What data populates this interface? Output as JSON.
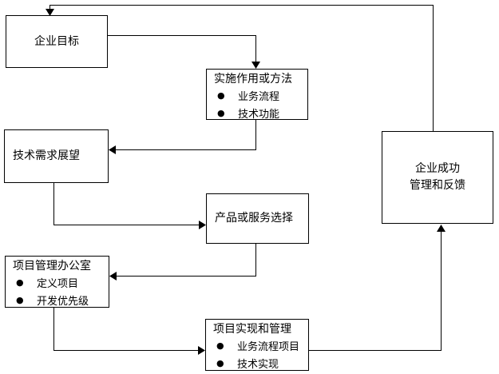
{
  "diagram": {
    "type": "flowchart",
    "background": "#ffffff",
    "line_color": "#000000",
    "nodes": {
      "goal": {
        "title": "企业目标"
      },
      "methods": {
        "title": "实施作用或方法",
        "bullets": [
          "业务流程",
          "技术功能"
        ]
      },
      "tech_needs": {
        "title": "技术需求展望"
      },
      "product": {
        "title": "产品或服务选择"
      },
      "pmo": {
        "title": "项目管理办公室",
        "bullets": [
          "定义项目",
          "开发优先级"
        ]
      },
      "impl": {
        "title": "项目实现和管理",
        "bullets": [
          "业务流程项目",
          "技术实现"
        ]
      },
      "success": {
        "title_line1": "企业成功",
        "title_line2": "管理和反馈"
      }
    },
    "edges": [
      {
        "from": "success",
        "to": "goal"
      },
      {
        "from": "goal",
        "to": "methods"
      },
      {
        "from": "methods",
        "to": "tech_needs"
      },
      {
        "from": "tech_needs",
        "to": "product"
      },
      {
        "from": "product",
        "to": "pmo"
      },
      {
        "from": "pmo",
        "to": "impl"
      },
      {
        "from": "impl",
        "to": "success"
      }
    ]
  },
  "glyphs": {
    "bullet": "●"
  }
}
